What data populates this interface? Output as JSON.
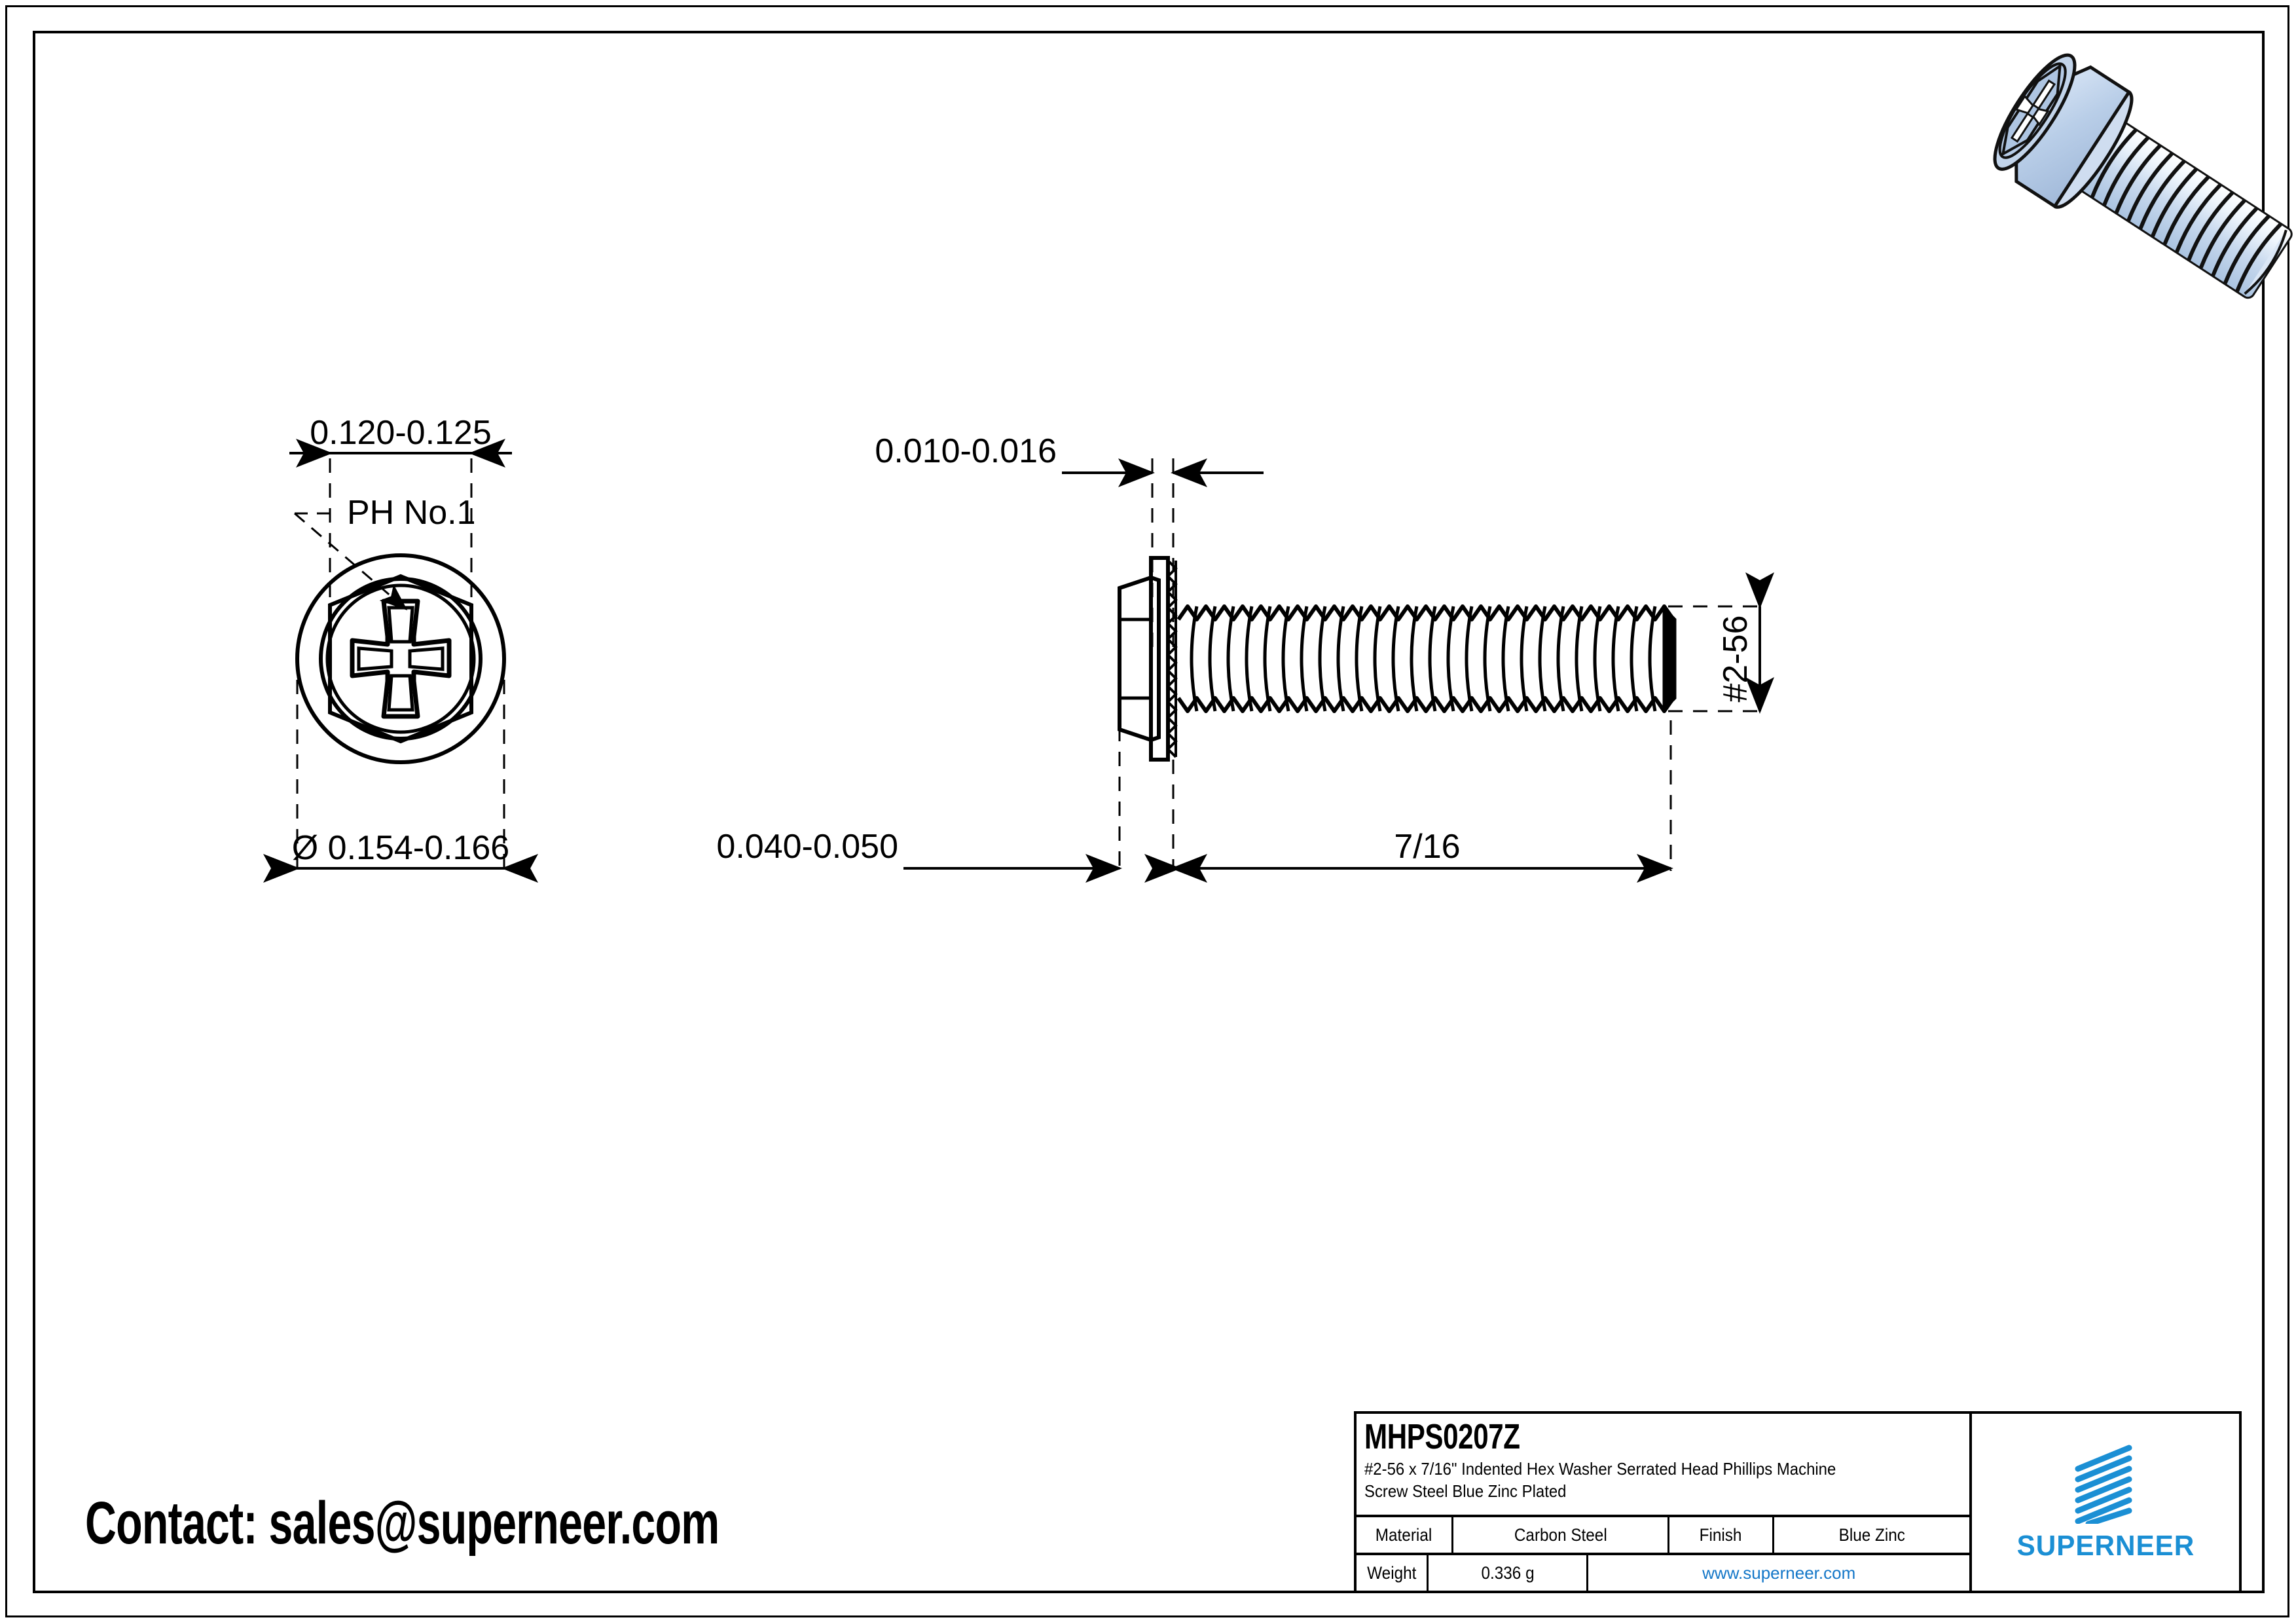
{
  "sheet": {
    "background": "#ffffff",
    "line_color": "#000000"
  },
  "contact": {
    "text": "Contact: sales@superneer.com"
  },
  "drawing": {
    "end_view": {
      "dim_across_flats": "0.120-0.125",
      "recess_callout": "PH No.1",
      "dim_washer_diameter": "Ø 0.154-0.166"
    },
    "side_view": {
      "dim_washer_thickness": "0.010-0.016",
      "dim_head_height": "0.040-0.050",
      "dim_length": "7/16",
      "thread_callout": "#2-56"
    }
  },
  "title_block": {
    "part_number": "MHPS0207Z",
    "description_line1": "#2-56 x 7/16\" Indented Hex Washer Serrated Head Phillips Machine",
    "description_line2": "Screw Steel Blue Zinc Plated",
    "rows": [
      {
        "label": "Material",
        "value": "Carbon Steel",
        "label2": "Finish",
        "value2": "Blue Zinc"
      },
      {
        "label": "Weight",
        "value": "0.336 g",
        "url": "www.superneer.com"
      }
    ],
    "logo": {
      "wordmark": "SUPERNEER",
      "brand_color": "#1B8FD4",
      "bars": 7
    }
  },
  "render_3d": {
    "body_color": "#C5D6EC",
    "highlight_color": "#EAF2FB",
    "outline_color": "#1a1a1a"
  }
}
